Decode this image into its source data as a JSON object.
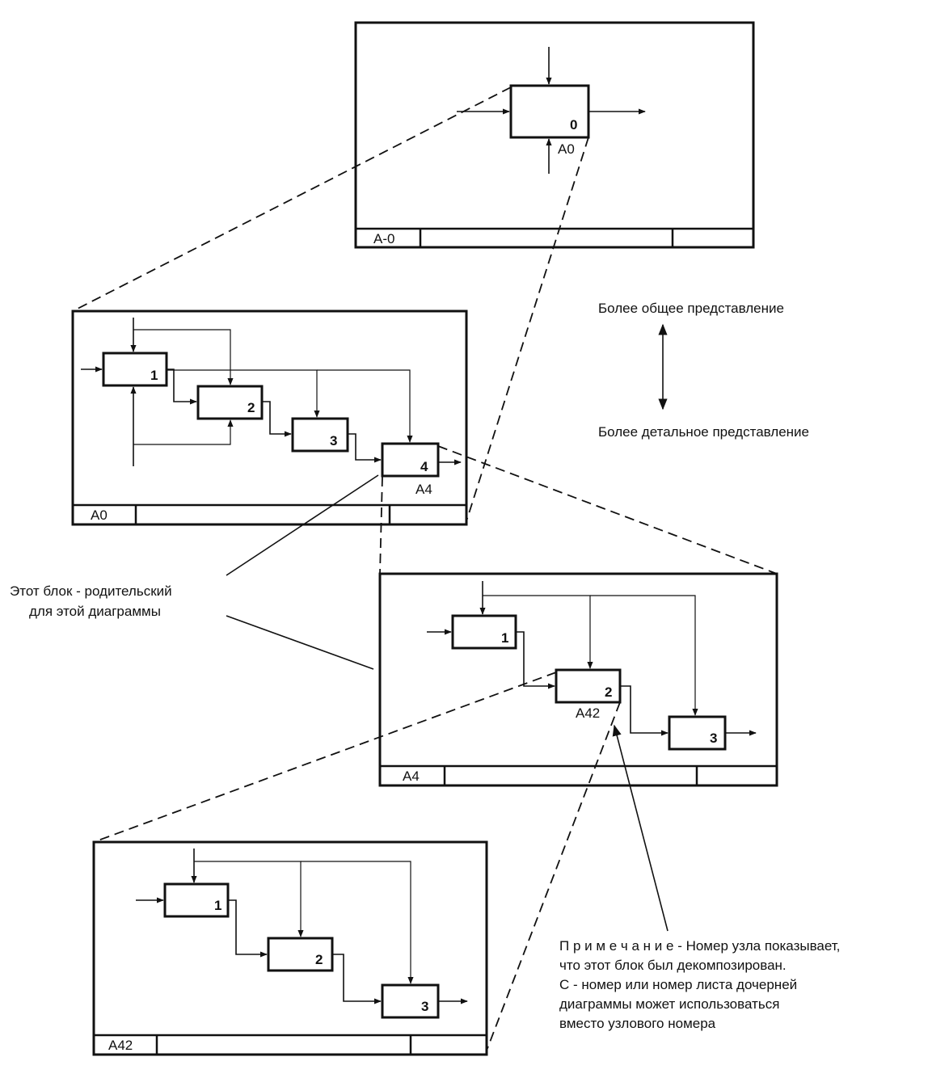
{
  "diagrams": {
    "top": {
      "sheet_label": "A-0",
      "block_number": "0",
      "node_label": "A0"
    },
    "a0": {
      "sheet_label": "A0",
      "blocks": [
        "1",
        "2",
        "3",
        "4"
      ],
      "node_label": "A4"
    },
    "a4": {
      "sheet_label": "A4",
      "blocks": [
        "1",
        "2",
        "3"
      ],
      "node_label": "A42"
    },
    "a42": {
      "sheet_label": "A42",
      "blocks": [
        "1",
        "2",
        "3"
      ]
    }
  },
  "legend": {
    "general": "Более общее представление",
    "detailed": "Более детальное представление"
  },
  "parent_callout": {
    "line1": "Этот блок - родительский",
    "line2": "для этой диаграммы"
  },
  "note": {
    "line1": "П р и м е ч а н и е -  Номер узла показывает,",
    "line2": "что этот блок был декомпозирован.",
    "line3": "С - номер или номер листа дочерней",
    "line4": "диаграммы может использоваться",
    "line5": "вместо узлового номера"
  }
}
